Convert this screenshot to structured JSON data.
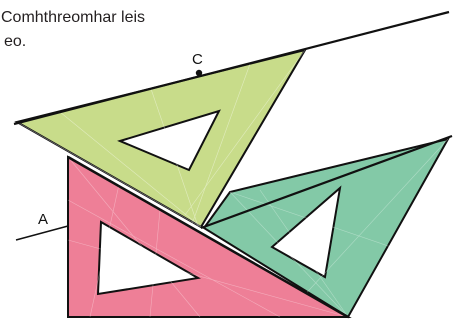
{
  "caption": {
    "line1": "Comhthreomhar leis",
    "line2": "eo."
  },
  "labels": {
    "a": "A",
    "c": "C"
  },
  "colors": {
    "green_square": "#c8dc8a",
    "pink_square": "#ee7f97",
    "teal_square": "#83c9a7",
    "outline": "#111111",
    "background": "#ffffff"
  }
}
